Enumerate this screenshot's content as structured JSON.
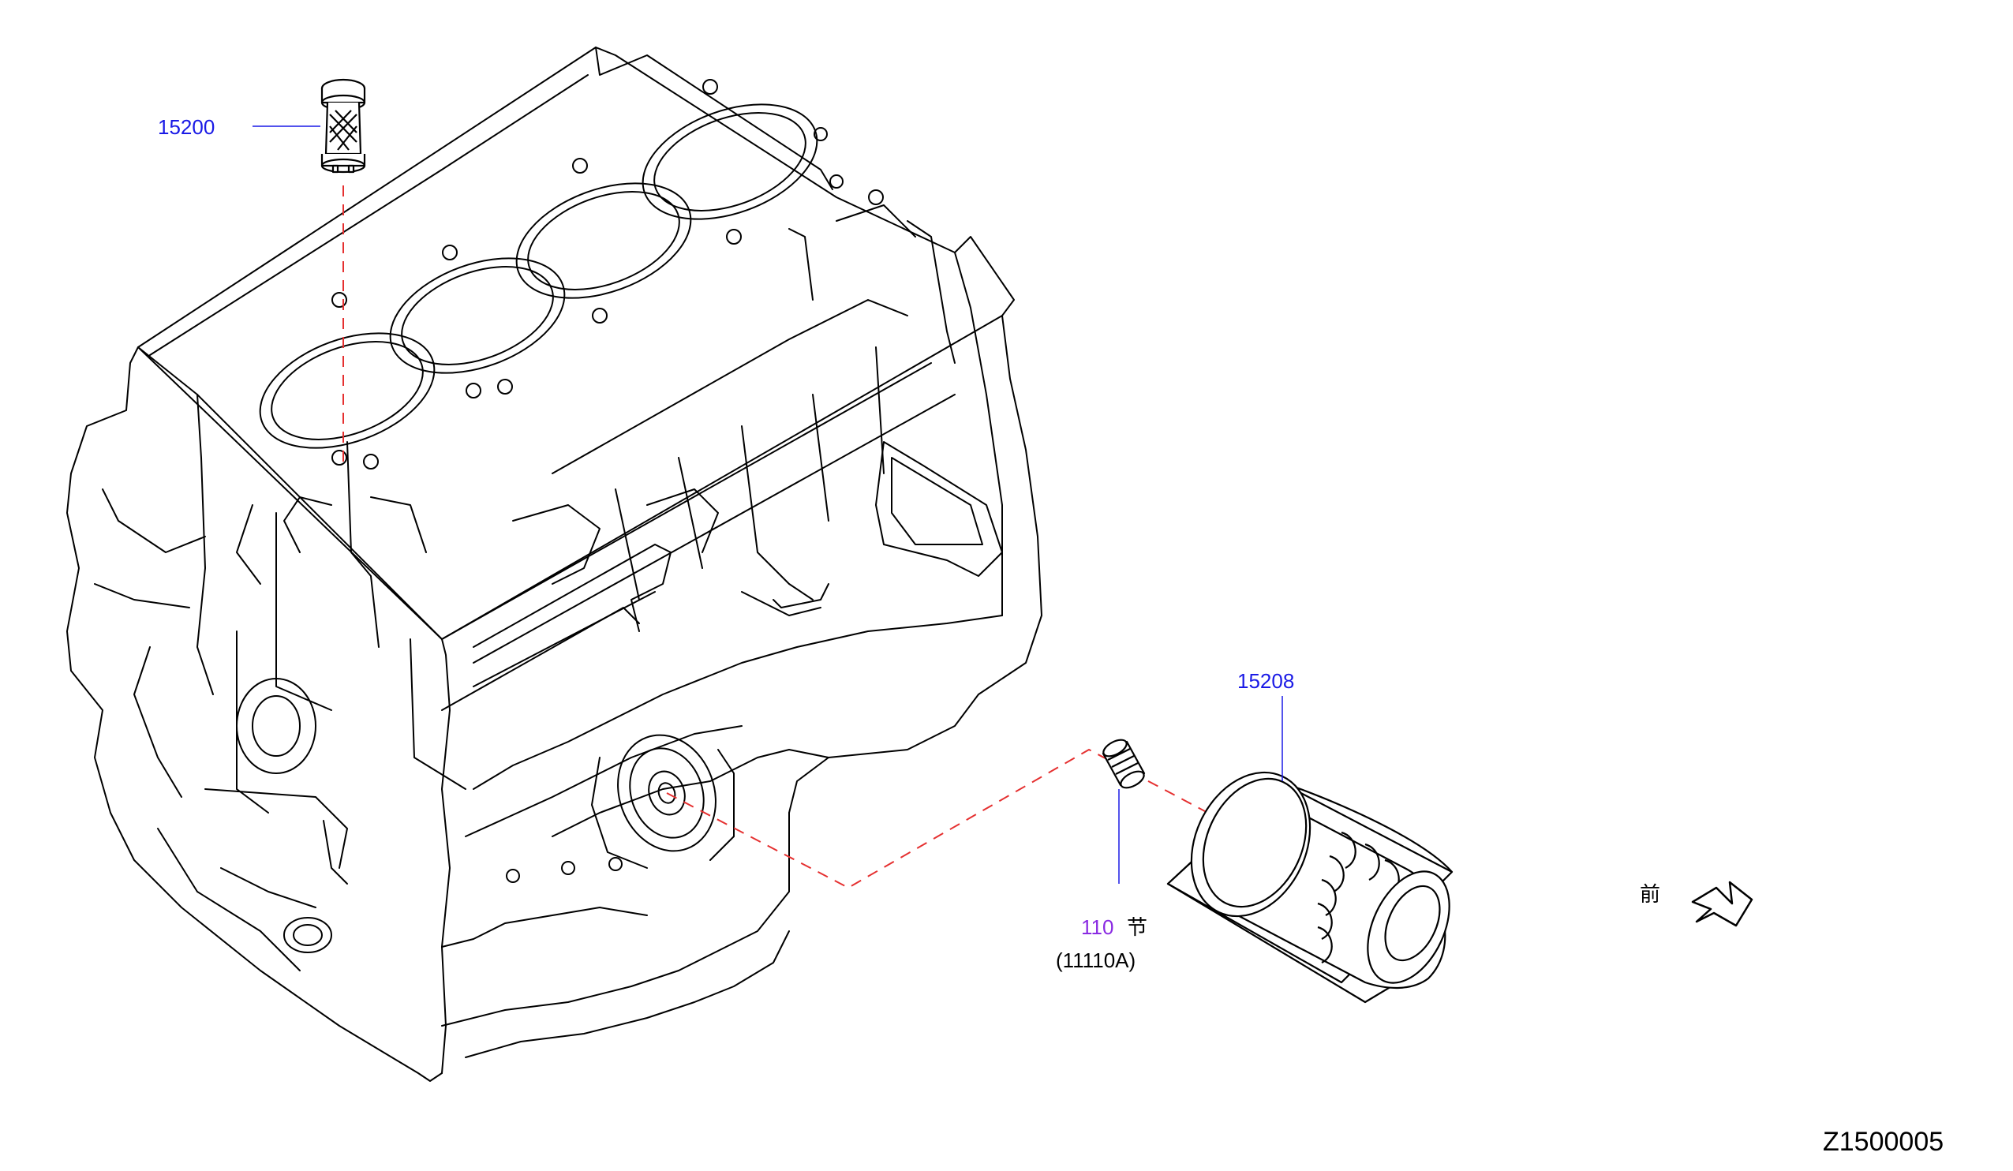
{
  "diagram_code": "Z1500005",
  "callouts": {
    "strainer": "15200",
    "oil_filter": "15208",
    "connector_number": "110",
    "connector_suffix": "节",
    "connector_ref": "(11110A)"
  },
  "front_indicator": "前",
  "colors": {
    "part_number": "#1a1ae6",
    "section_number": "#8a2be2",
    "dashed_axis": "#e53030",
    "line_art": "#000000"
  }
}
